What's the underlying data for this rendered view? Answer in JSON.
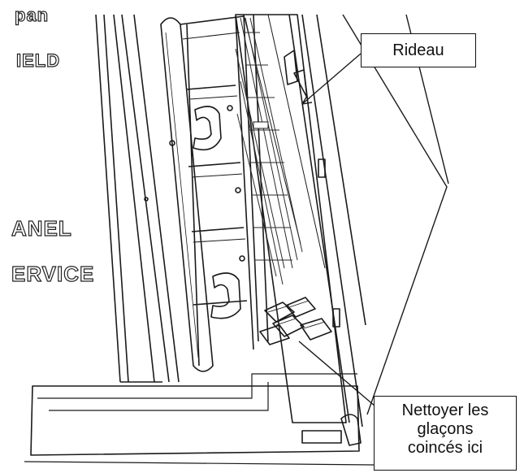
{
  "panel_labels": [
    "pan",
    "IELD",
    "ANEL",
    "ERVICE"
  ],
  "callouts": {
    "curtain": "Rideau",
    "ice_lines": [
      "Nettoyer les",
      "glaçons",
      "coincés ici"
    ]
  },
  "colors": {
    "line": "#1a1a1a",
    "grille": "#2a2a2a",
    "background": "#ffffff"
  }
}
